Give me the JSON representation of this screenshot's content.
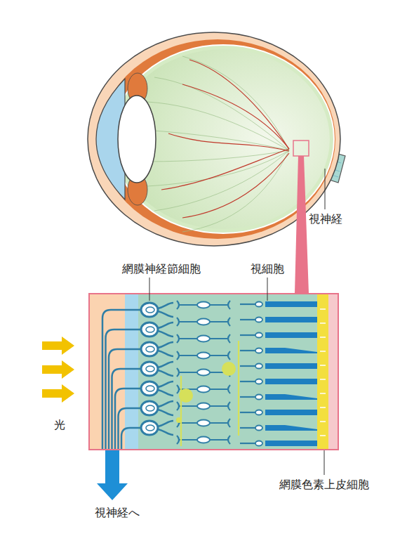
{
  "diagram": {
    "labels": [
      "視神経",
      "網膜神経節細胞",
      "視細胞",
      "光",
      "視神経へ",
      "網膜色素上皮細胞"
    ]
  }
}
